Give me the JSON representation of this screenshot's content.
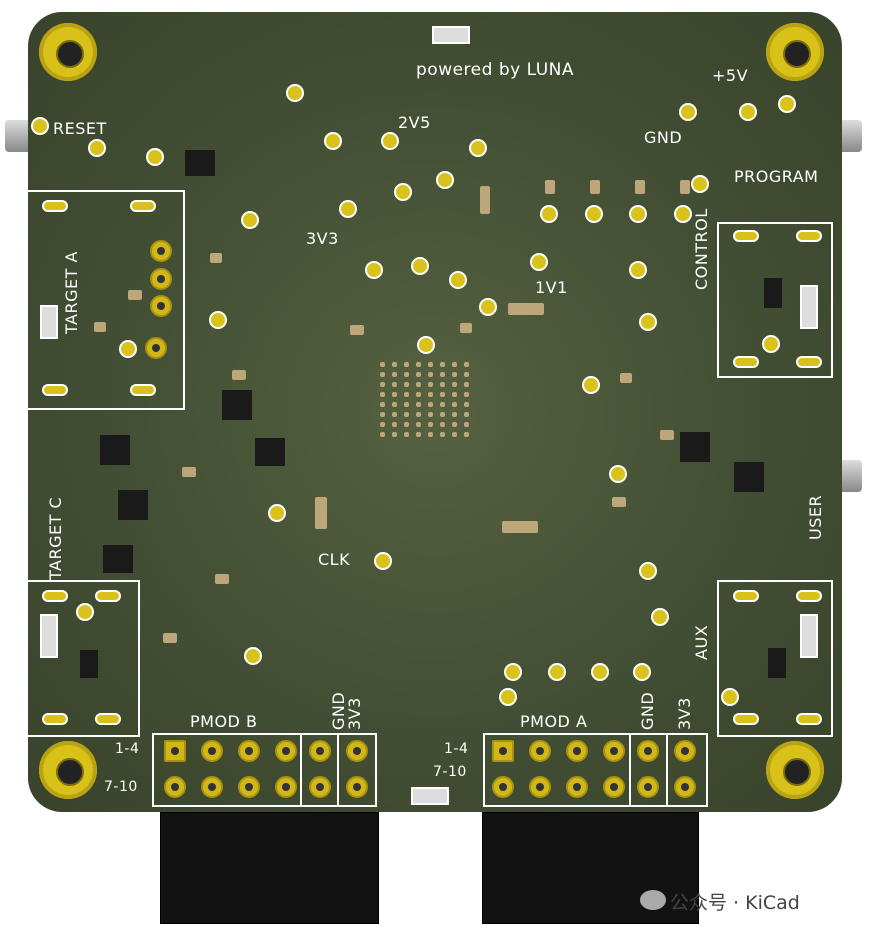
{
  "board": {
    "tagline": "powered by LUNA",
    "rails": {
      "p5v": "+5V",
      "gnd_top": "GND",
      "v2v5": "2V5",
      "v3v3": "3V3",
      "v1v1": "1V1",
      "clk": "CLK"
    },
    "buttons": {
      "reset": "RESET",
      "program": "PROGRAM",
      "user": "USER"
    },
    "ports": {
      "target_a": "TARGET A",
      "target_c": "TARGET C",
      "control": "CONTROL",
      "aux": "AUX"
    },
    "pmod_b": {
      "label": "PMOD B",
      "gnd": "GND",
      "v3v3": "3V3",
      "row1": "1-4",
      "row2": "7-10"
    },
    "pmod_a": {
      "label": "PMOD A",
      "gnd": "GND",
      "v3v3": "3V3",
      "row1": "1-4",
      "row2": "7-10"
    }
  },
  "watermark": "公众号 · KiCad",
  "colors": {
    "board": "#434f34",
    "silk": "#ffffff",
    "gold": "#d8c21a"
  }
}
